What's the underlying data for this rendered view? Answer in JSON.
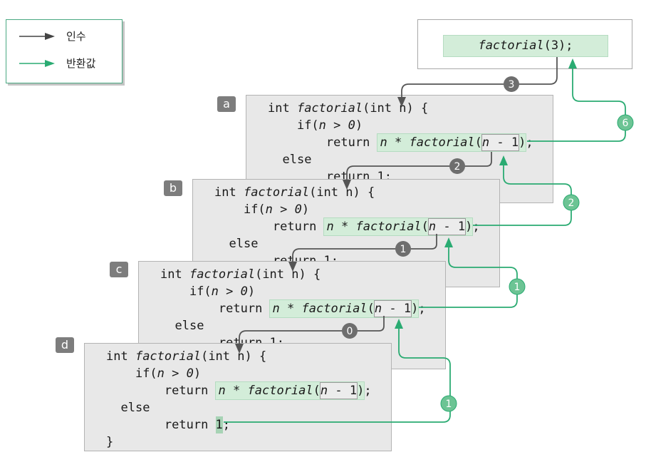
{
  "legend": {
    "items": [
      {
        "label": "인수",
        "color": "#444444",
        "kind": "argument-arrow"
      },
      {
        "label": "반환값",
        "color": "#2aab72",
        "kind": "return-arrow"
      }
    ]
  },
  "top_call": {
    "func": "factorial",
    "rest": "(3);"
  },
  "code": {
    "kw_int": "int ",
    "func": "factorial",
    "params": "(int n) {",
    "if_kw": "if(",
    "n": "n",
    "if_rest": " > ",
    "zero": "0",
    "close_paren": ")",
    "return_kw": "return ",
    "expr_n": "n",
    "expr_mul": " * ",
    "expr_func": "factorial",
    "open": "(",
    "arg_n": "n",
    "arg_rest": " - 1",
    "expr_close": ")",
    "semicolon": ";",
    "else_kw": "else",
    "return1_kw": "return ",
    "one": "1",
    "close_brace": "}"
  },
  "panels": [
    {
      "tag": "a"
    },
    {
      "tag": "b"
    },
    {
      "tag": "c"
    },
    {
      "tag": "d"
    }
  ],
  "argument_badges": [
    "3",
    "2",
    "1",
    "0"
  ],
  "return_badges": [
    "6",
    "2",
    "1",
    "1"
  ],
  "colors": {
    "argument": "#555555",
    "argument_badge": "#6e6e6e",
    "return": "#2aab72",
    "return_badge": "#6cc494",
    "highlight": "#d3edd9",
    "panel_bg": "#e8e8e8"
  }
}
